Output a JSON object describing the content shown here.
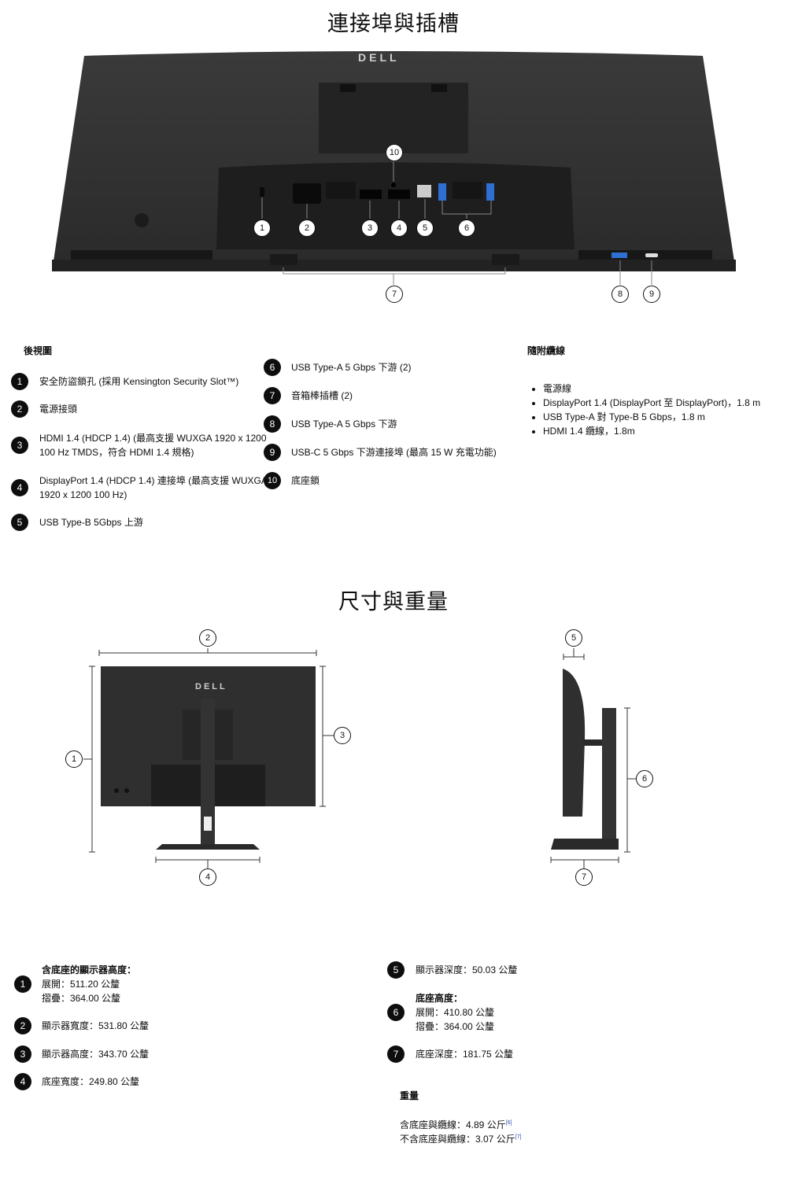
{
  "ports_section": {
    "title": "連接埠與插槽",
    "rear_view_label": "後視圖",
    "brand_logo": "DELL",
    "items_left": [
      {
        "num": "1",
        "text": "安全防盜鎖孔 (採用 Kensington Security Slot™)"
      },
      {
        "num": "2",
        "text": "電源接頭"
      },
      {
        "num": "3",
        "line1": "HDMI 1.4 (HDCP 1.4) (最高支援 WUXGA 1920 x 1200",
        "line2": "100 Hz TMDS，符合 HDMI 1.4 規格)"
      },
      {
        "num": "4",
        "line1": "DisplayPort 1.4 (HDCP 1.4) 連接埠 (最高支援 WUXGA",
        "line2": "1920 x 1200 100 Hz)"
      },
      {
        "num": "5",
        "text": "USB Type-B 5Gbps 上游"
      }
    ],
    "items_right": [
      {
        "num": "6",
        "text": "USB Type-A 5 Gbps 下游 (2)"
      },
      {
        "num": "7",
        "text": "音箱棒插槽 (2)"
      },
      {
        "num": "8",
        "text": "USB Type-A 5 Gbps 下游"
      },
      {
        "num": "9",
        "text": "USB-C 5 Gbps 下游連接埠 (最高 15 W 充電功能)"
      },
      {
        "num": "10",
        "text": "底座鎖"
      }
    ],
    "cables_title": "隨附纜線",
    "cables": [
      "電源線",
      "DisplayPort 1.4 (DisplayPort 至 DisplayPort)，1.8 m",
      "USB Type-A 對 Type-B 5 Gbps，1.8 m",
      "HDMI 1.4 纜線，1.8m"
    ]
  },
  "dimensions_section": {
    "title": "尺寸與重量",
    "brand_logo": "DELL",
    "left_items": [
      {
        "num": "1",
        "title": "含底座的顯示器高度：",
        "line1": "展開：511.20 公釐",
        "line2": "摺疊：364.00 公釐"
      },
      {
        "num": "2",
        "text": "顯示器寬度：531.80 公釐"
      },
      {
        "num": "3",
        "text": "顯示器高度：343.70 公釐"
      },
      {
        "num": "4",
        "text": "底座寬度：249.80 公釐"
      }
    ],
    "right_items": [
      {
        "num": "5",
        "text": "顯示器深度：50.03 公釐"
      },
      {
        "num": "6",
        "title": "底座高度：",
        "line1": "展開：410.80 公釐",
        "line2": "摺疊：364.00 公釐"
      },
      {
        "num": "7",
        "text": "底座深度：181.75 公釐"
      }
    ],
    "weight_title": "重量",
    "weight_with": "含底座與纜線：4.89 公斤",
    "weight_with_note": "[6]",
    "weight_without": "不含底座與纜線：3.07 公斤",
    "weight_without_note": "[7]"
  }
}
